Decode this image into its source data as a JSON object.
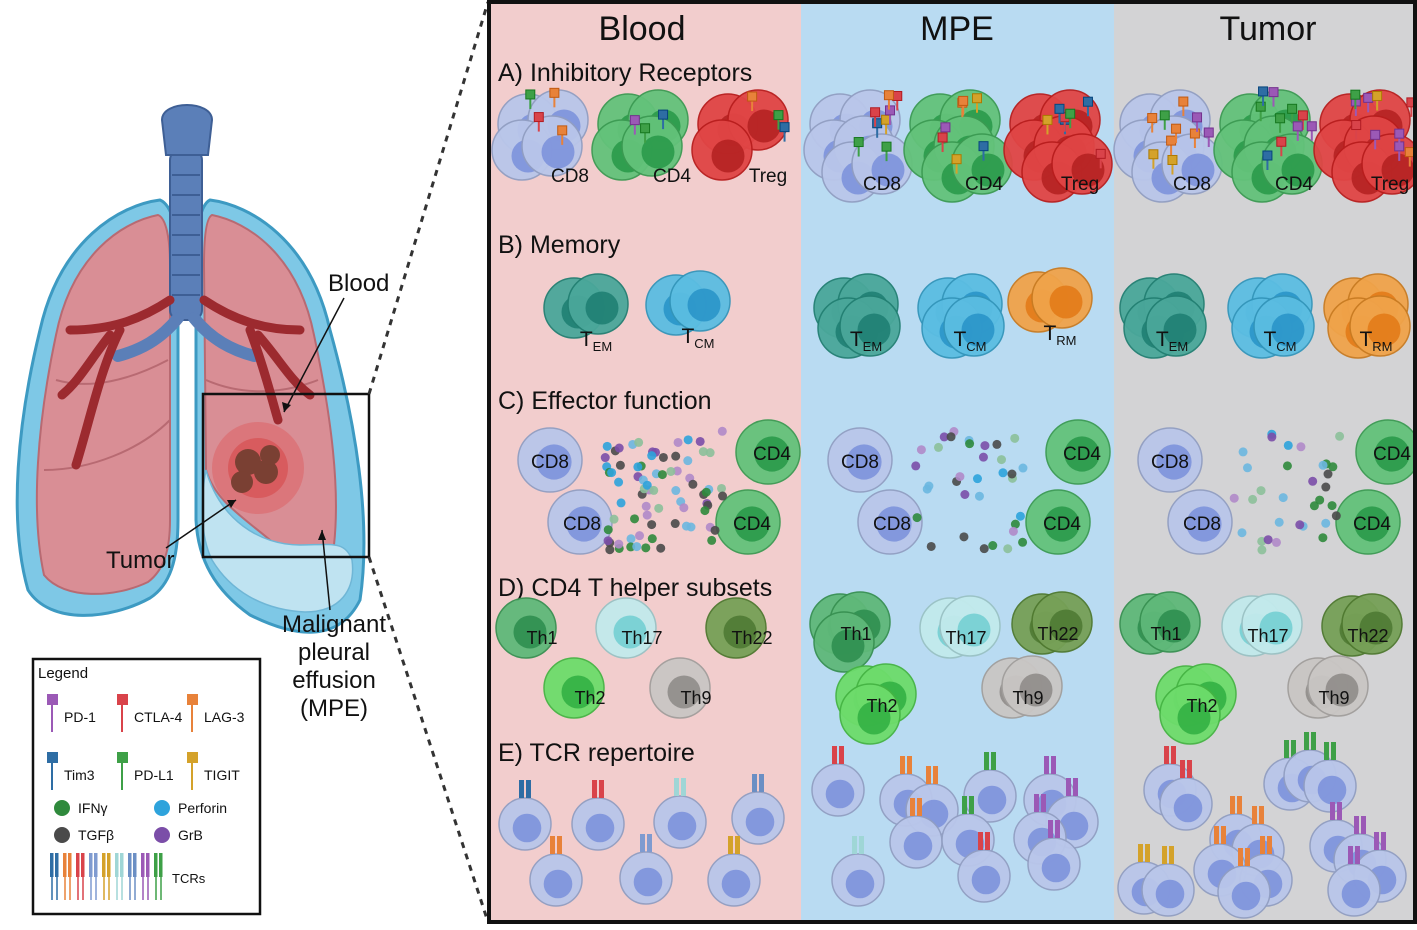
{
  "columns": [
    {
      "key": "blood",
      "title": "Blood",
      "bg": "#f2cdcd"
    },
    {
      "key": "mpe",
      "title": "MPE",
      "bg": "#b9dbf2"
    },
    {
      "key": "tumor",
      "title": "Tumor",
      "bg": "#d3d3d5"
    }
  ],
  "sections": {
    "inhibitory": "A) Inhibitory Receptors",
    "memory": "B) Memory",
    "effector": "C) Effector function",
    "helper": "D) CD4 T helper subsets",
    "tcr": "E) TCR repertoire"
  },
  "cell_labels": {
    "cd8": "CD8",
    "cd4": "CD4",
    "treg": "Treg",
    "t": "T",
    "em": "EM",
    "cm": "CM",
    "rm": "RM",
    "th1": "Th1",
    "th17": "Th17",
    "th22": "Th22",
    "th2": "Th2",
    "th9": "Th9"
  },
  "anatomy": {
    "blood": "Blood",
    "tumor": "Tumor",
    "mpe_lines": [
      "Malignant",
      "pleural",
      "effusion",
      "(MPE)"
    ]
  },
  "legend": {
    "title": "Legend",
    "receptors": [
      {
        "name": "PD-1",
        "color": "#9b59b6"
      },
      {
        "name": "CTLA-4",
        "color": "#d9434a"
      },
      {
        "name": "LAG-3",
        "color": "#e8823a"
      },
      {
        "name": "Tim3",
        "color": "#2e6da4"
      },
      {
        "name": "PD-L1",
        "color": "#3ea047"
      },
      {
        "name": "TIGIT",
        "color": "#d4a22a"
      }
    ],
    "molecules": [
      {
        "name": "IFNγ",
        "color": "#2f8a3c"
      },
      {
        "name": "Perforin",
        "color": "#2ea3dc"
      },
      {
        "name": "TGFβ",
        "color": "#4a4a4a"
      },
      {
        "name": "GrB",
        "color": "#7b4ea8"
      }
    ],
    "tcrs_label": "TCRs",
    "tcr_colors": [
      "#2e6da4",
      "#e8823a",
      "#d9434a",
      "#7f9bd0",
      "#d4a22a",
      "#9fd6d6",
      "#6b8fc4",
      "#9b59b6",
      "#3ea047"
    ]
  },
  "colors": {
    "cd8": "#b9c6ea",
    "cd8_nuc": "#7d92dc",
    "cd4": "#63c27a",
    "cd4_nuc": "#2a9a4a",
    "treg": "#e04545",
    "treg_nuc": "#b52222",
    "tem": "#4aa79a",
    "tem_nuc": "#1f7f73",
    "tcm": "#5bbde2",
    "tcm_nuc": "#2a95c9",
    "trm": "#f0a34a",
    "trm_nuc": "#e27b18",
    "th1": "#5fb879",
    "th1_nuc": "#2f8f50",
    "th17": "#c2eaec",
    "th17_nuc": "#74cfd3",
    "th22": "#76a057",
    "th22_nuc": "#4f7a34",
    "th2": "#6ddc6b",
    "th2_nuc": "#33b044",
    "th9": "#c9c6c4",
    "th9_nuc": "#8f8c8a",
    "panel_border": "#111111"
  }
}
